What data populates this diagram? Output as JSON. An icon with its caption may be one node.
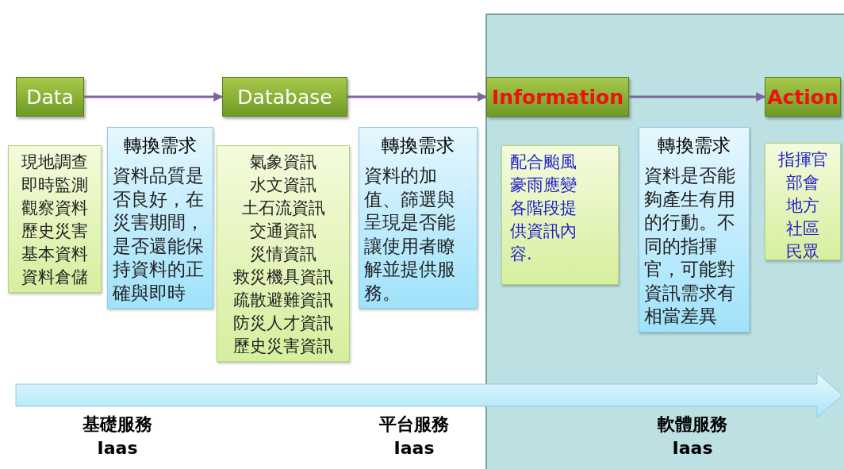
{
  "diagram": {
    "nodes": [
      {
        "text": [
          "Data"
        ]
      },
      {
        "text": [
          "現地調查",
          "即時監測",
          "觀察資料",
          "歷史災害",
          "基本資料",
          "資料倉儲"
        ]
      },
      {
        "text": [
          "轉換需求",
          "資料品質是否良好，在災害期間，是否還能保持資料的正確與即時"
        ]
      },
      {
        "text": [
          "Database"
        ]
      },
      {
        "text": [
          "氣象資訊",
          "水文資訊",
          "土石流資訊",
          "交通資訊",
          "災情資訊",
          "救災機具資訊",
          "疏散避難資訊",
          "防災人才資訊",
          "歷史災害資訊"
        ]
      },
      {
        "text": [
          "轉換需求",
          "資料的加值、篩選與呈現是否能讓使用者瞭解並提供服務。"
        ]
      },
      {
        "text": [
          "Information"
        ]
      },
      {
        "text": [
          "配合颱風豪雨應變各階段提供資訊內容."
        ]
      },
      {
        "text": [
          "轉換需求",
          "資料是否能夠產生有用的行動。不同的指揮官，可能對資訊需求有相當差異"
        ]
      },
      {
        "text": [
          "Action"
        ]
      },
      {
        "text": [
          "指揮官",
          "部會",
          "地方",
          "社區",
          "民眾"
        ]
      }
    ],
    "edges": [
      {
        "from": 0,
        "to": 3,
        "arrow": "to"
      },
      {
        "from": 3,
        "to": 6,
        "arrow": "to"
      },
      {
        "from": 6,
        "to": 9,
        "arrow": "to"
      }
    ],
    "labels": [
      "基礎服務",
      "Iaas",
      "平台服務",
      "Iaas",
      "軟體服務",
      "Iaas"
    ]
  }
}
